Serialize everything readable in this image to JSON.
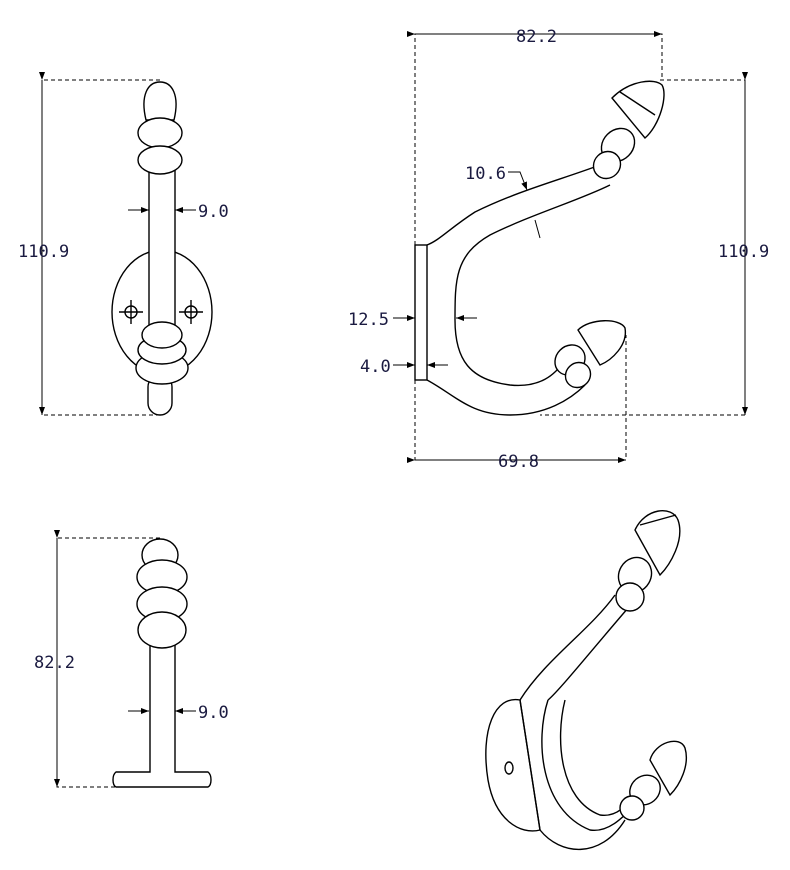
{
  "drawing": {
    "front_view": {
      "height": "110.9",
      "stem_width": "9.0"
    },
    "side_view": {
      "overall_width": "82.2",
      "height": "110.9",
      "section": "10.6",
      "plate_height": "12.5",
      "plate_thickness": "4.0",
      "hook_reach": "69.8"
    },
    "top_view": {
      "height": "82.2",
      "stem_width": "9.0"
    }
  },
  "colors": {
    "line": "#000000",
    "text": "#1a1a40",
    "background": "#ffffff"
  }
}
